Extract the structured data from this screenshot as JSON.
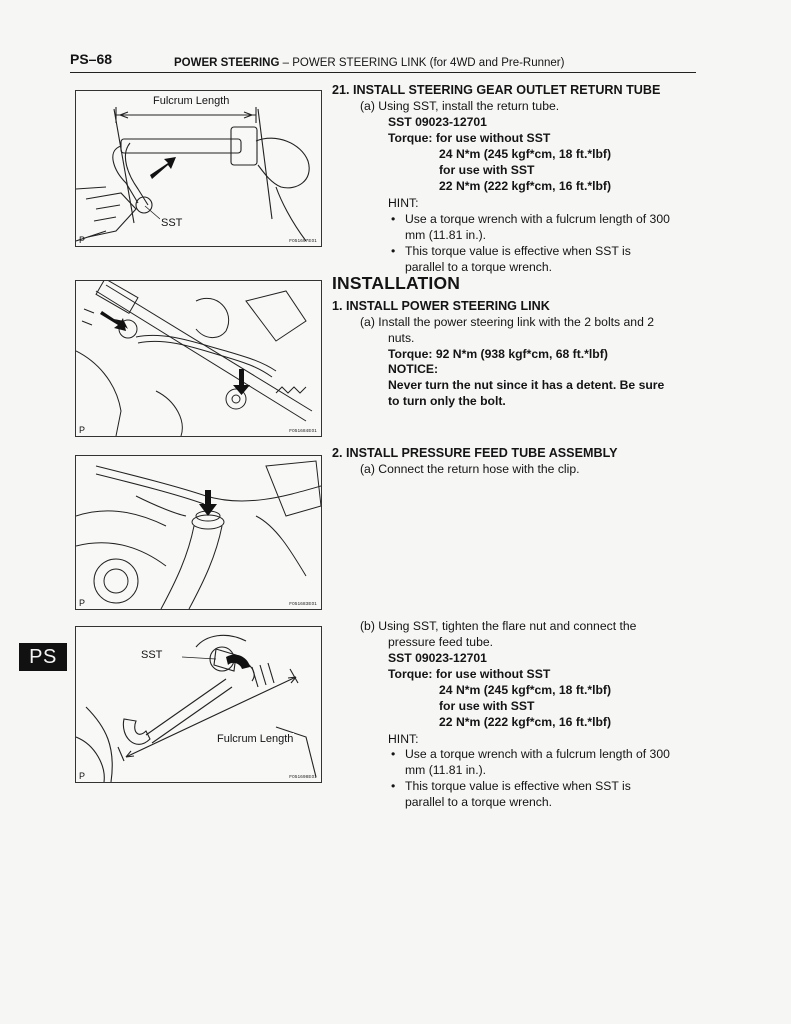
{
  "header": {
    "page_number": "PS–68",
    "section": "POWER STEERING",
    "separator": " – ",
    "subsection": "POWER STEERING LINK (for 4WD and Pre-Runner)"
  },
  "side_tab": "PS",
  "figures": [
    {
      "label_fulcrum": "Fulcrum Length",
      "label_sst": "SST",
      "p": "P",
      "code": "F051697E01"
    },
    {
      "p": "P",
      "code": "F051684E01"
    },
    {
      "p": "P",
      "code": "F051683E01"
    },
    {
      "label_sst": "SST",
      "label_fulcrum": "Fulcrum Length",
      "p": "P",
      "code": "F051698E01"
    }
  ],
  "step21": {
    "heading": "21.  INSTALL STEERING GEAR OUTLET RETURN TUBE",
    "a": "(a)  Using SST, install the return tube.",
    "sst": "SST    09023-12701",
    "torque_label": "Torque: for use without SST",
    "t1": "24 N*m (245 kgf*cm, 18 ft.*lbf)",
    "t2": "for use with SST",
    "t3": "22 N*m (222 kgf*cm, 16 ft.*lbf)",
    "hint": "HINT:",
    "bullet1_l1": "Use a torque wrench with a fulcrum length of 300",
    "bullet1_l2": "mm (11.81 in.).",
    "bullet2_l1": "This torque value is effective when SST is",
    "bullet2_l2": "parallel to a torque wrench."
  },
  "installation": {
    "title": "INSTALLATION",
    "step1_heading": "1.   INSTALL POWER STEERING LINK",
    "step1_a_l1": "(a)  Install the power steering link with the 2 bolts and 2",
    "step1_a_l2": "nuts.",
    "step1_torque": "Torque: 92 N*m (938 kgf*cm, 68 ft.*lbf)",
    "notice": "NOTICE:",
    "notice_l1": "Never turn the nut since it has a detent. Be sure",
    "notice_l2": "to turn only the bolt.",
    "step2_heading": "2.   INSTALL PRESSURE FEED TUBE ASSEMBLY",
    "step2_a": "(a)  Connect the return hose with the clip.",
    "step2_b_l1": "(b)  Using SST, tighten the flare nut and connect the",
    "step2_b_l2": "pressure feed tube.",
    "sst": "SST    09023-12701",
    "torque_label": "Torque: for use without SST",
    "t1": "24 N*m (245 kgf*cm, 18 ft.*lbf)",
    "t2": "for use with SST",
    "t3": "22 N*m (222 kgf*cm, 16 ft.*lbf)",
    "hint": "HINT:",
    "bullet1_l1": "Use a torque wrench with a fulcrum length of 300",
    "bullet1_l2": "mm (11.81 in.).",
    "bullet2_l1": "This torque value is effective when SST is",
    "bullet2_l2": "parallel to a torque wrench."
  }
}
